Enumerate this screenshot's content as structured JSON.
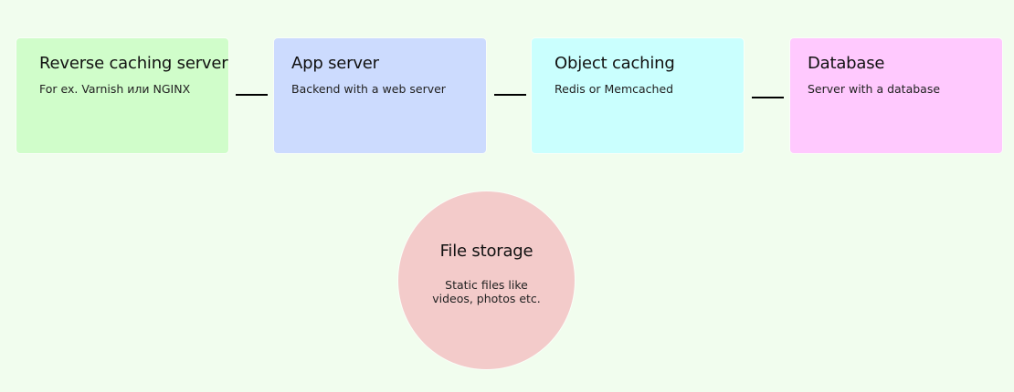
{
  "colors": {
    "background": "#f1fdee",
    "reverse_cache": "#d0fdca",
    "app_server": "#ccdbfe",
    "object_cache": "#cafffe",
    "database": "#ffc9fe",
    "file_storage": "#f3cbca",
    "connector": "#000000"
  },
  "nodes": [
    {
      "title": "Reverse caching server",
      "subtitle": "For ex. Varnish или NGINX"
    },
    {
      "title": "App server",
      "subtitle": "Backend with a web server"
    },
    {
      "title": "Object caching",
      "subtitle": "Redis or Memcached"
    },
    {
      "title": "Database",
      "subtitle": "Server with a database"
    }
  ],
  "file_storage": {
    "title": "File storage",
    "description_lines": [
      "Static files like",
      "videos, photos etc."
    ]
  }
}
